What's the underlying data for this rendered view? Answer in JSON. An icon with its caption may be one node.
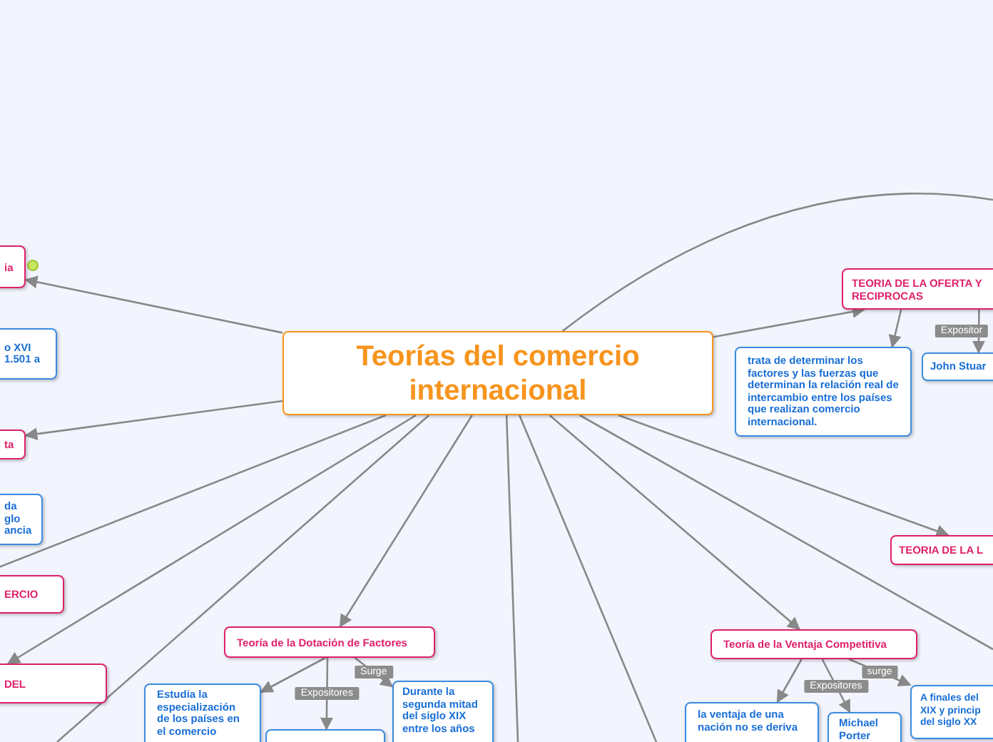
{
  "diagram": {
    "nodes": [
      {
        "text": [
          "Teorías del comercio internacional"
        ]
      },
      {
        "text": [
          "ia"
        ]
      },
      {
        "text": [
          "o XVI 1.501 a"
        ]
      },
      {
        "text": [
          "ta"
        ]
      },
      {
        "text": [
          "da glo ancia"
        ]
      },
      {
        "text": [
          "ERCIO"
        ]
      },
      {
        "text": [
          "DEL"
        ]
      },
      {
        "text": [
          "Teoría de la Dotación de Factores"
        ]
      },
      {
        "text": [
          "Estudia la especialización de los países en el comercio"
        ]
      },
      {
        "text": [],
        "shape": "box"
      },
      {
        "text": [
          "Durante la segunda mitad del siglo XIX entre los años"
        ]
      },
      {
        "text": [
          "Teoría de la Ventaja Competitiva"
        ]
      },
      {
        "text": [
          "la ventaja de una nación no se deriva"
        ]
      },
      {
        "text": [
          "Michael Porter"
        ]
      },
      {
        "text": [
          "A finales del XIX y princip del siglo XX"
        ]
      },
      {
        "text": [
          "TEORIA DE LA OFERTA Y RECIPROCAS"
        ]
      },
      {
        "text": [
          "trata de determinar los factores y las fuerzas que determinan la relación real de intercambio entre los países que realizan comercio internacional."
        ]
      },
      {
        "text": [
          "John Stuar"
        ]
      },
      {
        "text": [
          "TEORIA DE LA L"
        ]
      }
    ],
    "edges": [
      {
        "from": 0,
        "to": 1,
        "arrow": "to"
      },
      {
        "from": 0,
        "to": 3,
        "arrow": "to"
      },
      {
        "from": 0,
        "to": 5,
        "arrow": "none"
      },
      {
        "from": 0,
        "to": 6,
        "arrow": "to"
      },
      {
        "from": 0,
        "to": null,
        "arrow": "none"
      },
      {
        "from": 0,
        "to": 7,
        "arrow": "to"
      },
      {
        "from": 0,
        "to": null,
        "arrow": "none"
      },
      {
        "from": 0,
        "to": null,
        "arrow": "none"
      },
      {
        "from": 0,
        "to": 11,
        "arrow": "to"
      },
      {
        "from": 0,
        "to": null,
        "arrow": "none"
      },
      {
        "from": 0,
        "to": 18,
        "arrow": "to"
      },
      {
        "from": 0,
        "to": 15,
        "arrow": "to"
      },
      {
        "from": 0,
        "to": null,
        "arrow": "none"
      },
      {
        "from": 7,
        "to": 8,
        "arrow": "to"
      },
      {
        "from": 7,
        "to": 9,
        "arrow": "to",
        "label": "Expositores"
      },
      {
        "from": 7,
        "to": 10,
        "arrow": "to",
        "label": "Surge"
      },
      {
        "from": 11,
        "to": 12,
        "arrow": "to"
      },
      {
        "from": 11,
        "to": 13,
        "arrow": "to",
        "label": "Expositores"
      },
      {
        "from": 11,
        "to": 14,
        "arrow": "to",
        "label": "surge"
      },
      {
        "from": 15,
        "to": 16,
        "arrow": "to"
      },
      {
        "from": 15,
        "to": 17,
        "arrow": "to",
        "label": "Expositor"
      }
    ]
  }
}
